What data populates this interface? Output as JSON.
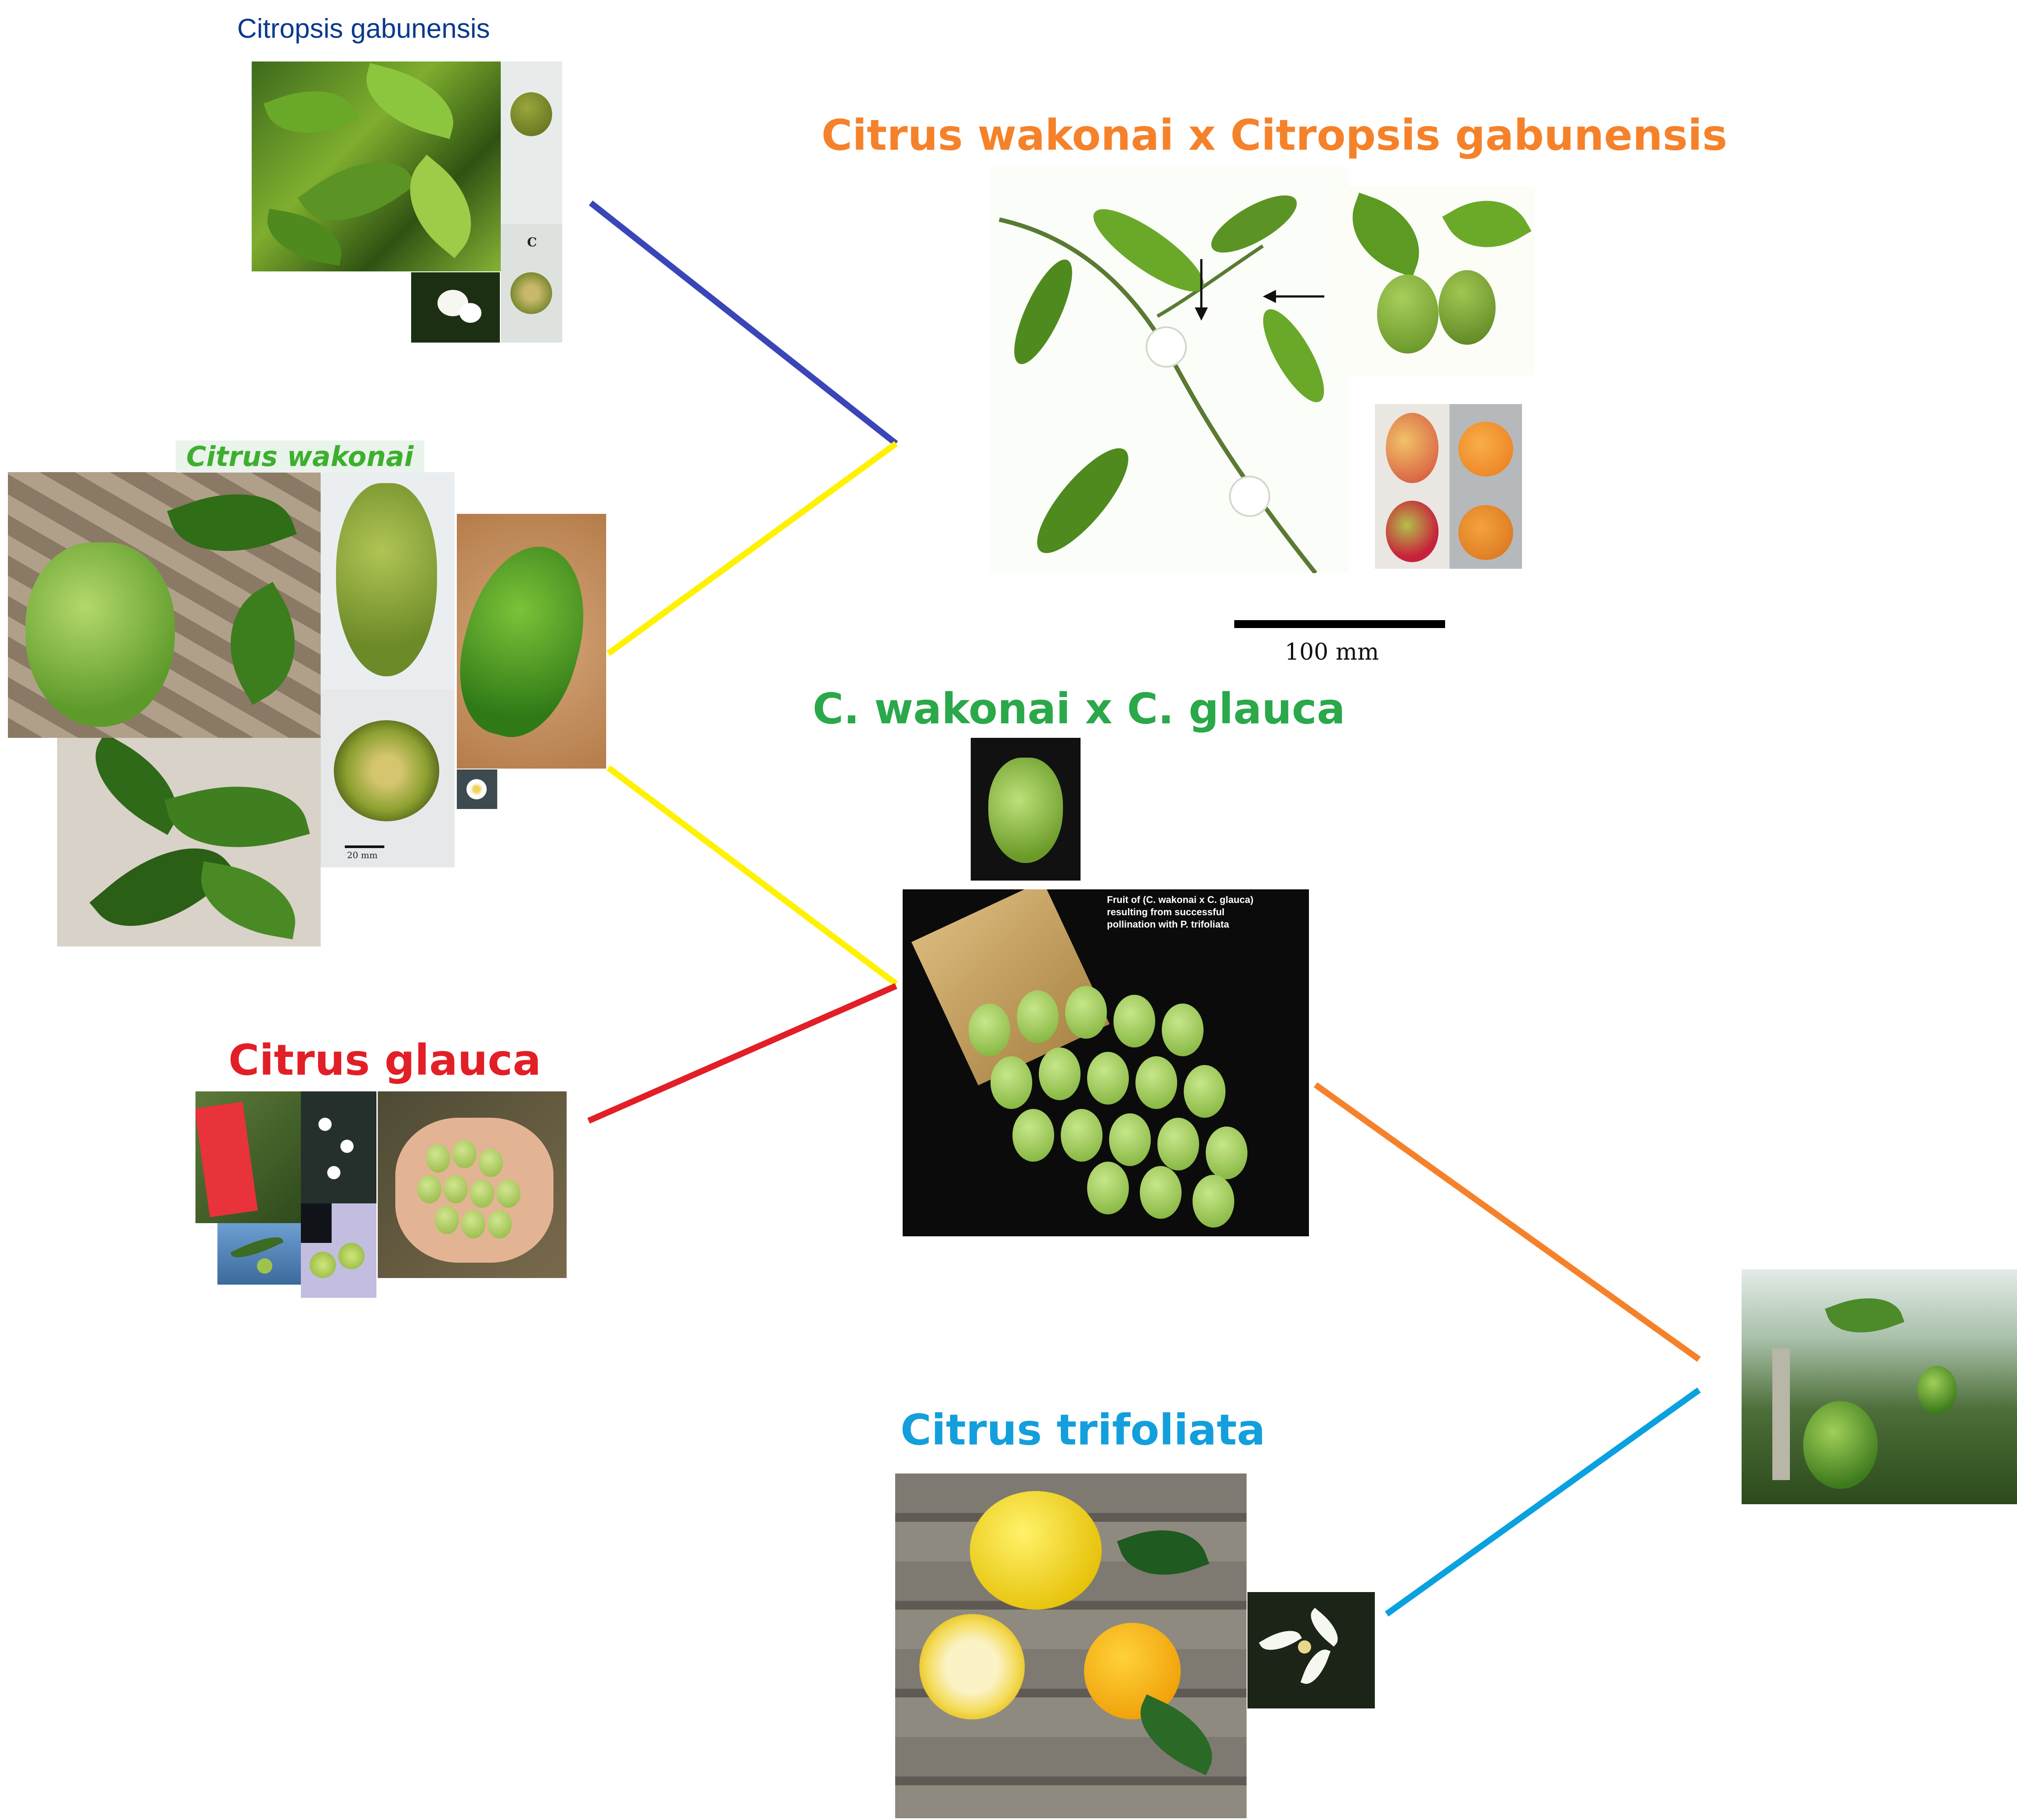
{
  "labels": {
    "citropsis": "Citropsis gabunensis",
    "hybrid_1": "Citrus wakonai x Citropsis gabunensis",
    "wakonai": "Citrus wakonai",
    "hybrid_2": "C. wakonai x C. glauca",
    "glauca": "Citrus glauca",
    "trifoliata": "Citrus trifoliata",
    "scale_bar": "100 mm",
    "panel_letter": "C",
    "scale_small": "20 mm",
    "caption_line1": "Fruit of (C. wakonai x C. glauca)",
    "caption_line2": "resulting from successful",
    "caption_line3": "pollination with P. trifoliata"
  },
  "colors": {
    "citropsis": "#0a3a8c",
    "hybrid_1": "#f5822a",
    "wakonai": "#3cb02d",
    "hybrid_2": "#2aa84a",
    "glauca": "#e21f26",
    "trifoliata": "#139fdc",
    "line_blue": "#3a45b8",
    "line_yellow": "#fff200",
    "line_red": "#e21f26",
    "line_orange": "#f5822a",
    "line_cyan": "#0aa1e0"
  },
  "nodes": {
    "citropsis": {
      "photos": [
        "leaves",
        "fruit",
        "flowers",
        "fruit-section"
      ]
    },
    "wakonai": {
      "photos": [
        "warty-fruit",
        "fruit-upright",
        "fruit-on-sand",
        "fruit-section",
        "leaves",
        "flower"
      ]
    },
    "glauca": {
      "photos": [
        "tag",
        "blossoms",
        "branch",
        "limes",
        "fruit-in-hand"
      ]
    },
    "trifoliata": {
      "photos": [
        "fruit-on-wood",
        "flower"
      ]
    },
    "hybrid_1": {
      "photos": [
        "branch-drawing",
        "fruit-cluster",
        "red-fruit",
        "orange-fruit"
      ]
    },
    "hybrid_2": {
      "photos": [
        "single-fruit",
        "fruit-bag"
      ]
    },
    "final": {
      "photos": [
        "greenhouse-fruit"
      ]
    }
  }
}
